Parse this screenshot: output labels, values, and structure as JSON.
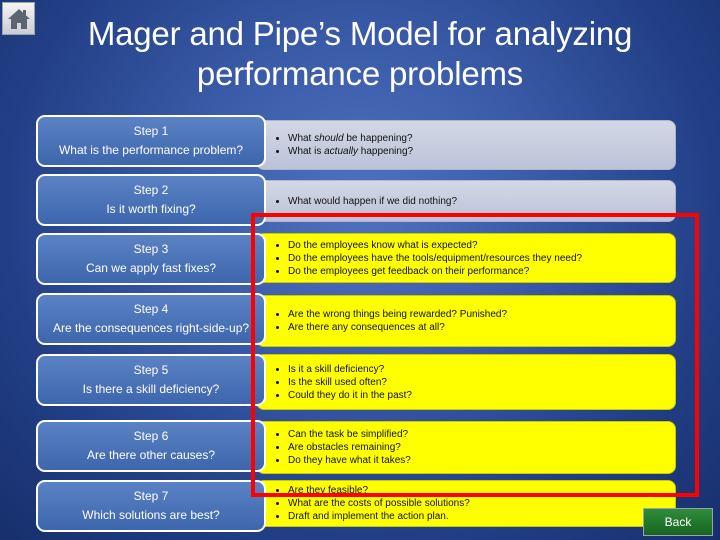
{
  "title": "Mager and Pipe’s Model for analyzing performance problems",
  "nav": {
    "home_icon": "home-icon",
    "back_label": "Back"
  },
  "colors": {
    "step_fill": "#4a72b8",
    "gray_fill": "#c7cde0",
    "yellow_fill": "#ffff00",
    "highlight_border": "#ff0000",
    "back_fill": "#1f7a2a"
  },
  "steps": [
    {
      "label": "Step 1",
      "question": "What is the performance problem?",
      "style": "gray",
      "bullets": [
        [
          "What ",
          "should",
          " be happening?"
        ],
        [
          "What is ",
          "actually",
          " happening?"
        ]
      ]
    },
    {
      "label": "Step 2",
      "question": "Is it worth fixing?",
      "style": "gray",
      "bullets": [
        [
          "What would happen if we did nothing?"
        ]
      ]
    },
    {
      "label": "Step 3",
      "question": "Can we apply fast fixes?",
      "style": "yellow",
      "bullets": [
        [
          "Do the employees know what is expected?"
        ],
        [
          "Do the employees have the tools/equipment/resources they need?"
        ],
        [
          "Do the employees get feedback on  their performance?"
        ]
      ]
    },
    {
      "label": "Step 4",
      "question": "Are the consequences right-side-up?",
      "style": "yellow",
      "bullets": [
        [
          "Are the wrong things being rewarded?  Punished?"
        ],
        [
          "Are there any consequences at all?"
        ]
      ]
    },
    {
      "label": "Step 5",
      "question": "Is there a skill deficiency?",
      "style": "yellow",
      "bullets": [
        [
          "Is it a skill deficiency?"
        ],
        [
          "Is the skill used often?"
        ],
        [
          "Could they do it in the past?"
        ]
      ]
    },
    {
      "label": "Step 6",
      "question": "Are there other causes?",
      "style": "yellow",
      "bullets": [
        [
          "Can the task be simplified?"
        ],
        [
          "Are obstacles remaining?"
        ],
        [
          "Do they have what it takes?"
        ]
      ]
    },
    {
      "label": "Step 7",
      "question": "Which solutions are best?",
      "style": "yellow",
      "bullets": [
        [
          "Are they feasible?"
        ],
        [
          "What are the costs of possible solutions?"
        ],
        [
          "Draft and implement the action plan."
        ]
      ]
    }
  ]
}
